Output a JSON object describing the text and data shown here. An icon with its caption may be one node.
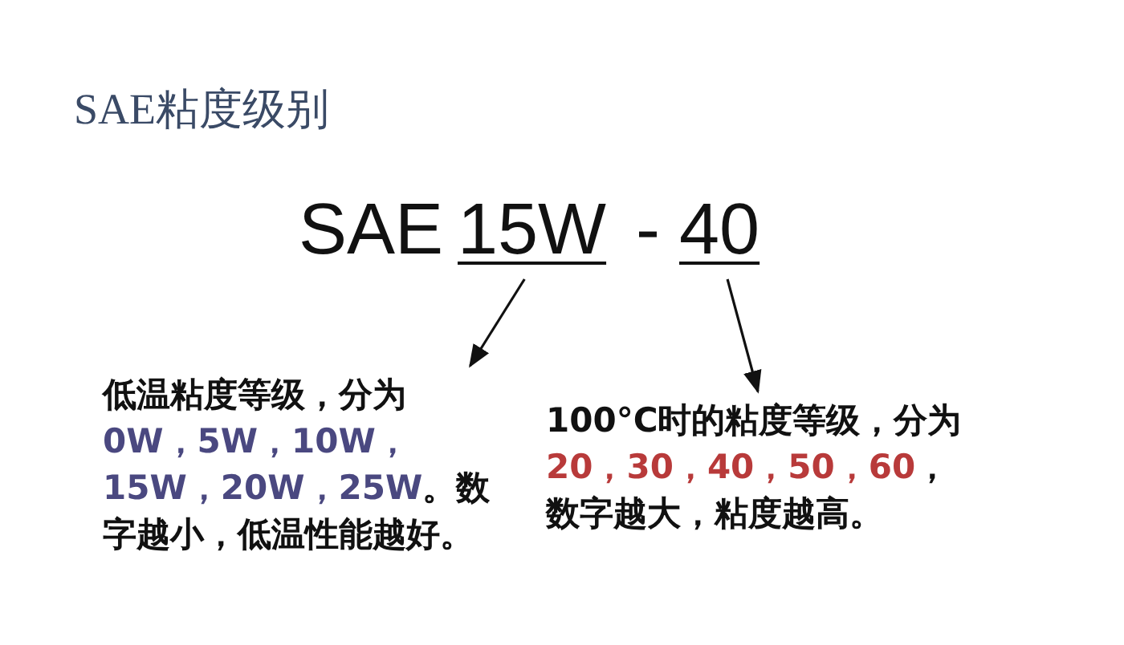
{
  "diagram": {
    "title": "SAE粘度级别",
    "nodes": [
      {
        "text": [
          "15W"
        ]
      },
      {
        "text": [
          "40"
        ]
      },
      {
        "text": [
          "低温粘度等级，分为",
          "0W，5W，10W，15W，20W，25W",
          "。数字越小，低温性能越好。"
        ]
      },
      {
        "text": [
          "100°C时的粘度等级，分为",
          "20，30，40，50，60",
          "，数字越大，粘度越高。"
        ]
      }
    ],
    "edges": [
      {
        "from": 0,
        "to": 2,
        "arrow": "to"
      },
      {
        "from": 1,
        "to": 3,
        "arrow": "to"
      }
    ],
    "labels": [
      "SAE",
      "-"
    ]
  }
}
